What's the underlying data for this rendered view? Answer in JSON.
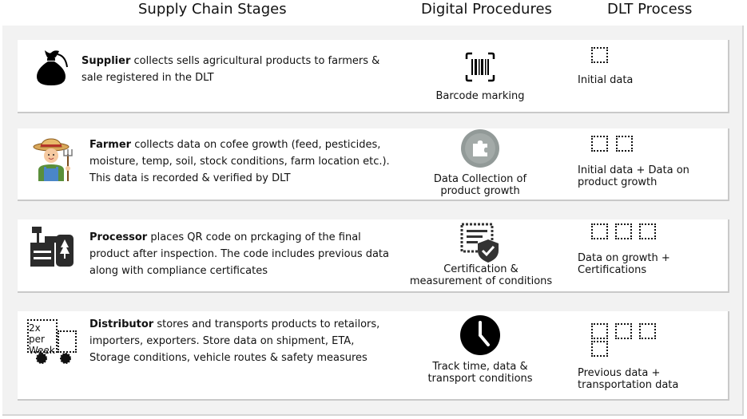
{
  "headers": {
    "stages": "Supply Chain Stages",
    "procedures": "Digital Procedures",
    "dlt": "DLT Process"
  },
  "rows": [
    {
      "stage_bold": "Supplier",
      "stage_text": " collects sells agricultural products to farmers & sale registered in the DLT",
      "stage_icon": "money-bag-icon",
      "procedure_label": "Barcode marking",
      "procedure_icon": "barcode-icon",
      "dlt_label": "Initial data",
      "dlt_blocks": 1
    },
    {
      "stage_bold": "Farmer",
      "stage_text": " collects data on cofee growth (feed, pesticides, moisture, temp, soil, stock conditions, farm location etc.). This data is recorded & verified by DLT",
      "stage_icon": "farmer-icon",
      "procedure_label": "Data Collection of product growth",
      "procedure_icon": "puzzle-piece-icon",
      "dlt_label": "Initial data + Data on product growth",
      "dlt_blocks": 2
    },
    {
      "stage_bold": "Processor",
      "stage_text": " places QR code on prckaging of the final product after inspection. The code includes previous data along with compliance certificates",
      "stage_icon": "processing-machine-icon",
      "procedure_label": "Certification & measurement of conditions",
      "procedure_icon": "certificate-shield-icon",
      "dlt_label": "Data on growth + Certifications",
      "dlt_blocks": 3
    },
    {
      "stage_bold": "Distributor",
      "stage_text": " stores and transports products to retailors, importers, exporters. Store data on shipment, ETA, Storage conditions, vehicle routes & safety measures",
      "stage_icon": "delivery-truck-icon",
      "stage_icon_caption": "2x per Week",
      "procedure_label": "Track time, data & transport conditions",
      "procedure_icon": "clock-icon",
      "dlt_label": "Previous data + transportation data",
      "dlt_blocks": 4
    }
  ]
}
